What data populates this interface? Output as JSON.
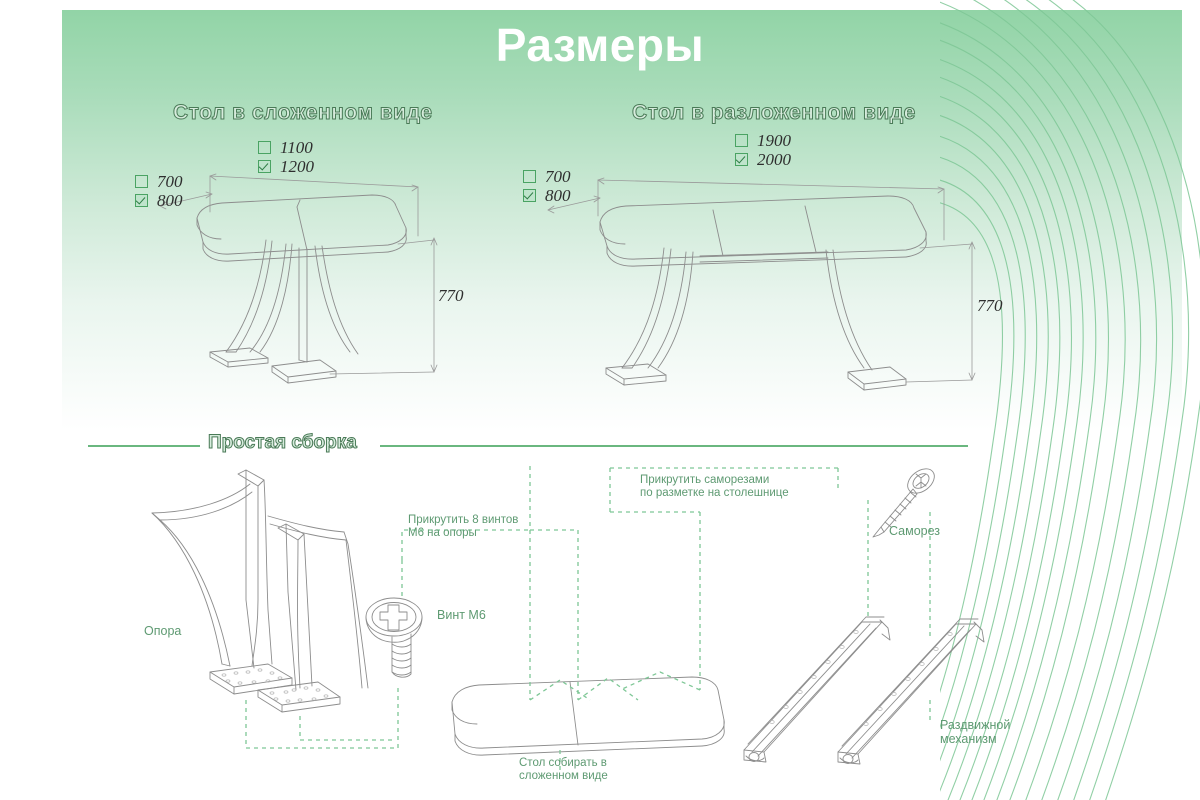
{
  "document": {
    "title": "Размеры",
    "language": "ru"
  },
  "colors": {
    "brand_green": "#6ab77f",
    "header_gradient_top": "#8fd3a4",
    "title_text": "#ffffff",
    "outline_green": "#4a7a57",
    "annotation_green": "#5e9a72",
    "checkbox_border": "#4aa363",
    "checkbox_fill": "#bfe4cc",
    "drawing_line": "#8a8a8a",
    "dimension_text": "#2e2e2e"
  },
  "sections": {
    "dimensions": {
      "folded": {
        "title": "Стол в сложенном виде",
        "width_options": [
          {
            "value": "1100",
            "checked": false
          },
          {
            "value": "1200",
            "checked": true
          }
        ],
        "depth_options": [
          {
            "value": "700",
            "checked": false
          },
          {
            "value": "800",
            "checked": true
          }
        ],
        "height": "770"
      },
      "unfolded": {
        "title": "Стол в разложенном виде",
        "width_options": [
          {
            "value": "1900",
            "checked": false
          },
          {
            "value": "2000",
            "checked": true
          }
        ],
        "depth_options": [
          {
            "value": "700",
            "checked": false
          },
          {
            "value": "800",
            "checked": true
          }
        ],
        "height": "770"
      }
    },
    "assembly": {
      "title": "Простая сборка",
      "annotations": {
        "bolts": "Прикрутить 8 винтов\nМ6 на опоры",
        "screws": "Прикрутить саморезами\nпо разметке на столешнице",
        "assemble_folded": "Стол собирать в\nсложенном виде"
      },
      "parts": {
        "support": "Опора",
        "bolt": "Винт М6",
        "screw": "Саморез",
        "mechanism": "Раздвижной\nмеханизм"
      }
    }
  },
  "icons": {
    "checkbox_unchecked": "checkbox-empty-icon",
    "checkbox_checked": "checkbox-checked-icon"
  }
}
